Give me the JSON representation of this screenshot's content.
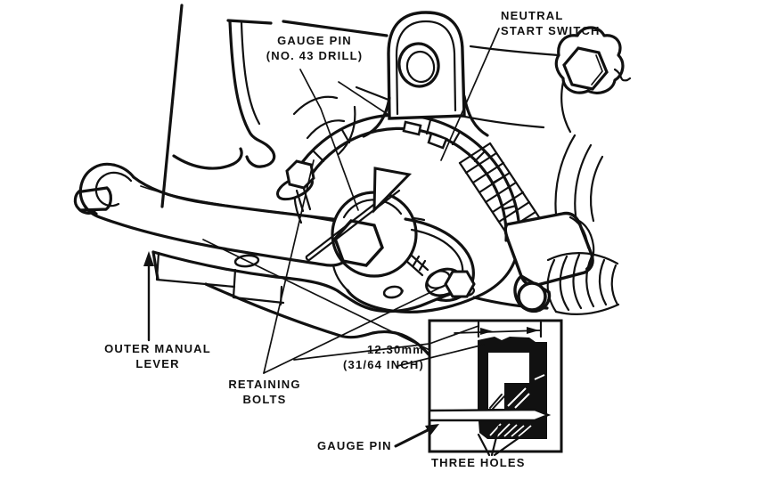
{
  "colors": {
    "ink": "#111111",
    "paper": "#ffffff"
  },
  "labels": {
    "gauge_pin_callout": {
      "line1": "GAUGE PIN",
      "line2": "(NO. 43 DRILL)"
    },
    "neutral_start_switch": {
      "line1": "NEUTRAL",
      "line2": "START SWITCH"
    },
    "outer_manual_lever": {
      "line1": "OUTER MANUAL",
      "line2": "LEVER"
    },
    "retaining_bolts": {
      "line1": "RETAINING",
      "line2": "BOLTS"
    },
    "pin_depth_dimension": {
      "line1": "12.30mm",
      "line2": "(31/64 INCH)"
    },
    "gauge_pin_detail": "GAUGE PIN",
    "three_holes": "THREE HOLES"
  }
}
